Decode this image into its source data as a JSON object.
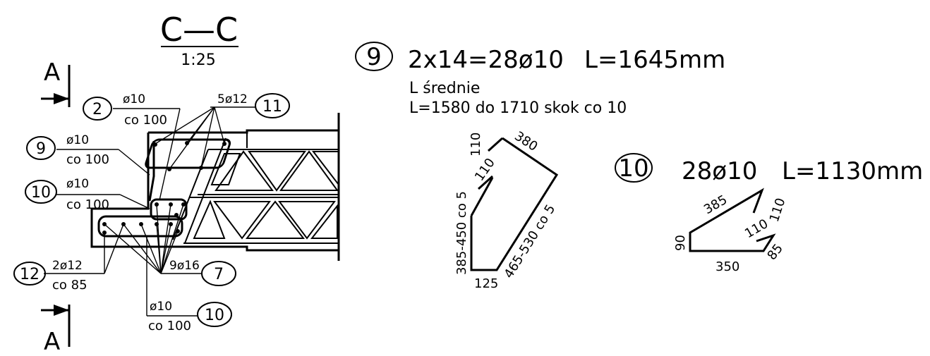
{
  "section": {
    "title": "C—C",
    "scale": "1:25",
    "marker": "A"
  },
  "callouts": {
    "c2": {
      "num": "2",
      "top": "ø10",
      "bottom": "co 100"
    },
    "c9": {
      "num": "9",
      "top": "ø10",
      "bottom": "co 100"
    },
    "c10a": {
      "num": "10",
      "top": "ø10",
      "bottom": "co 100"
    },
    "c11": {
      "num": "11",
      "top": "5ø12"
    },
    "c12": {
      "num": "12",
      "top": "2ø12",
      "bottom": "co 85"
    },
    "c7": {
      "num": "7",
      "top": "9ø16"
    },
    "c10b": {
      "num": "10",
      "top": "ø10",
      "bottom": "co 100"
    }
  },
  "bar9": {
    "num": "9",
    "spec": "2x14=28ø10",
    "length": "L=1645mm",
    "note1": "L średnie",
    "note2": "L=1580 do 1710 skok co 10",
    "dims": {
      "d110a": "110",
      "d380": "380",
      "d110b": "110",
      "d385_450": "385-450 co 5",
      "d465_530": "465-530 co 5",
      "d125": "125"
    }
  },
  "bar10": {
    "num": "10",
    "spec": "28ø10",
    "length": "L=1130mm",
    "dims": {
      "d385": "385",
      "d110a": "110",
      "d110b": "110",
      "d90": "90",
      "d350": "350",
      "d85": "85"
    }
  }
}
